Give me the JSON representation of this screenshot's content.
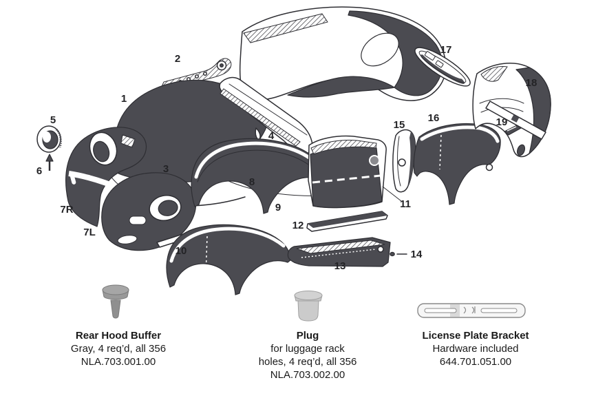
{
  "diagram": {
    "description": "Exploded body panel diagram",
    "labels": [
      "1",
      "2",
      "3",
      "4",
      "5",
      "6",
      "7R",
      "7L",
      "8",
      "9",
      "10",
      "11",
      "12",
      "13",
      "14",
      "15",
      "16",
      "17",
      "18",
      "19"
    ]
  },
  "products": [
    {
      "name": "Rear Hood Buffer",
      "desc": [
        "Gray, 4 req’d, all 356"
      ],
      "part_number": "NLA.703.001.00",
      "icon": "rear-hood-buffer-illustration"
    },
    {
      "name": "Plug",
      "desc": [
        "for luggage rack",
        "holes, 4 req’d, all 356"
      ],
      "part_number": "NLA.703.002.00",
      "icon": "plug-illustration"
    },
    {
      "name": "License Plate Bracket",
      "desc": [
        "Hardware included"
      ],
      "part_number": "644.701.051.00",
      "icon": "license-plate-bracket-illustration"
    }
  ],
  "colors": {
    "ink": "#2e2e33",
    "panel_fill": "#4b4b51",
    "buffer_gray": "#a6a6a6",
    "plug_gray": "#cbcbcb"
  }
}
